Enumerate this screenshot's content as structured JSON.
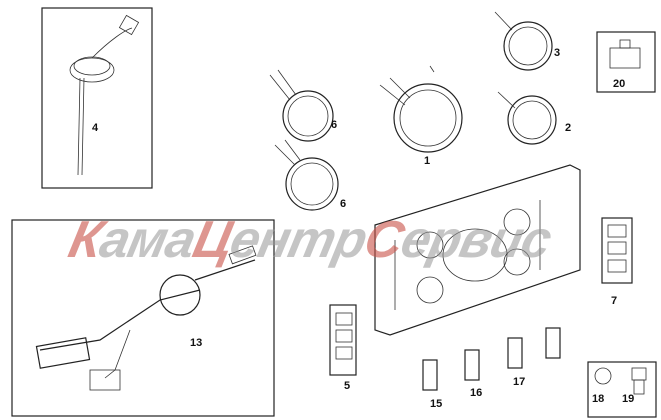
{
  "watermark": {
    "text": "КамаЦентрСервис",
    "parts": [
      "К",
      "ама",
      "Ц",
      "ентр",
      "С",
      "ервис"
    ]
  },
  "labels": {
    "p1": "1",
    "p2": "2",
    "p3": "3",
    "p4": "4",
    "p5": "5",
    "p6a": "6",
    "p6b": "6",
    "p7": "7",
    "p13": "13",
    "p15": "15",
    "p16": "16",
    "p17": "17",
    "p18": "18",
    "p19": "19",
    "p20": "20"
  }
}
